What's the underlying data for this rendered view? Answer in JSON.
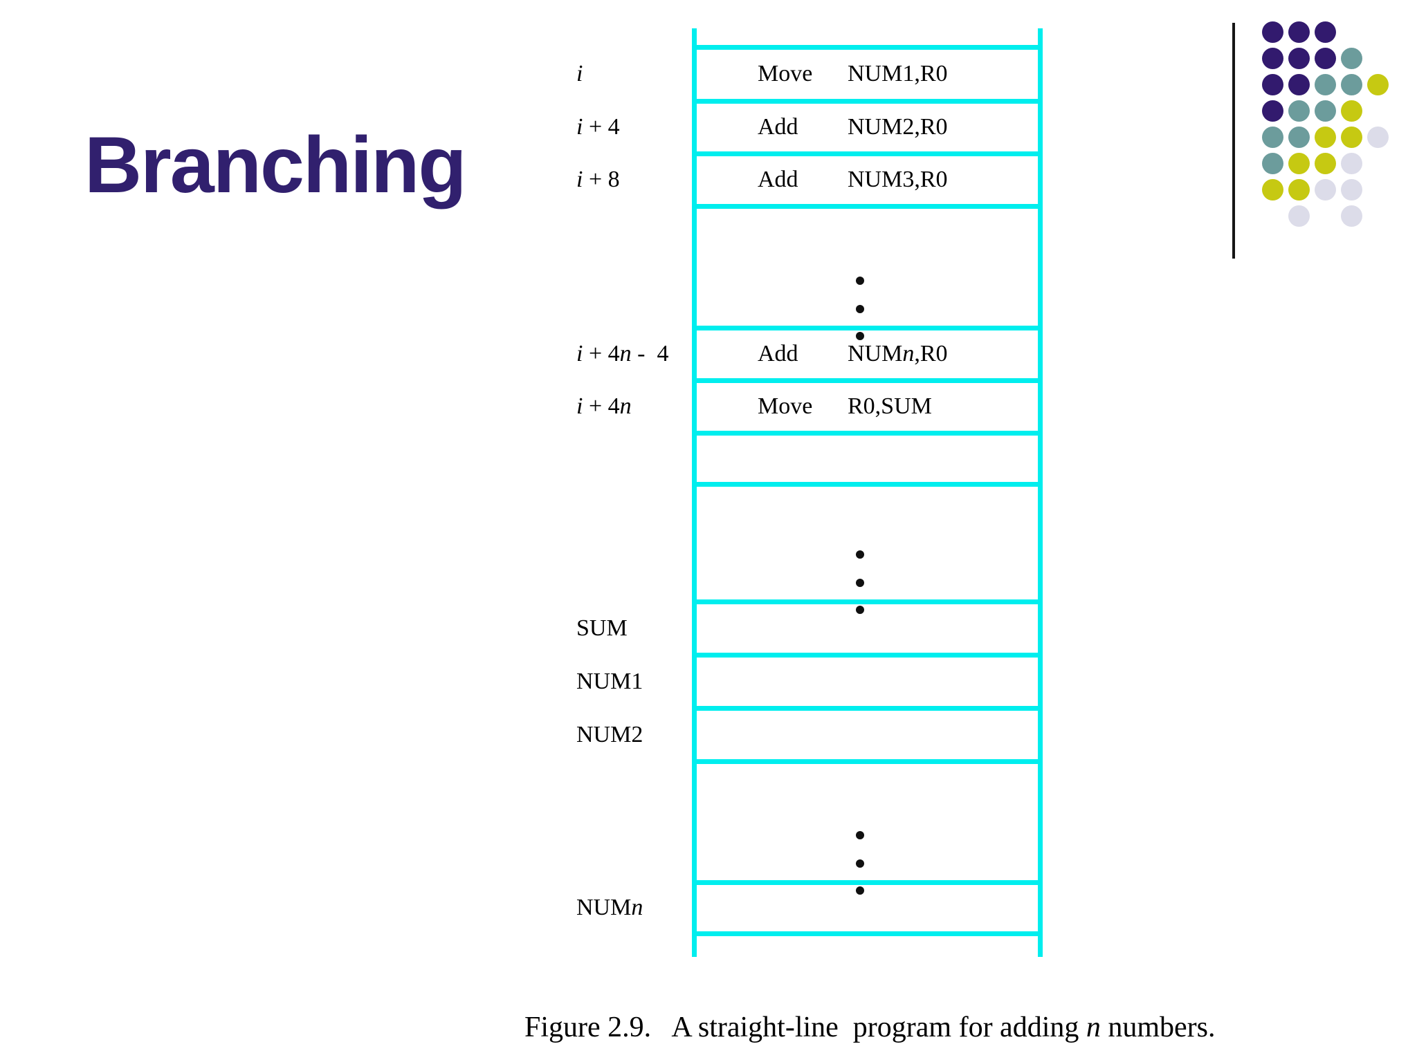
{
  "theme": {
    "background": "#FFFFFF",
    "text-color": "#000000",
    "title-color": "#31206E",
    "diagram-line-color": "#00EEEE"
  },
  "slide": {
    "title": "Branching"
  },
  "diagram": {
    "line_color": "#00EEEE",
    "address_labels": [
      {
        "parts": [
          {
            "t": "i",
            "i": true
          }
        ]
      },
      {
        "parts": [
          {
            "t": "i",
            "i": true
          },
          {
            "t": " + 4"
          }
        ]
      },
      {
        "parts": [
          {
            "t": "i",
            "i": true
          },
          {
            "t": " + 8"
          }
        ]
      },
      {
        "parts": [
          {
            "t": "i",
            "i": true
          },
          {
            "t": " + 4"
          },
          {
            "t": "n",
            "i": true
          },
          {
            "t": " -  4"
          }
        ]
      },
      {
        "parts": [
          {
            "t": "i",
            "i": true
          },
          {
            "t": " + 4"
          },
          {
            "t": "n",
            "i": true
          }
        ]
      },
      {
        "parts": [
          {
            "t": "SUM"
          }
        ]
      },
      {
        "parts": [
          {
            "t": "NUM1"
          }
        ]
      },
      {
        "parts": [
          {
            "t": "NUM2"
          }
        ]
      },
      {
        "parts": [
          {
            "t": "NUM"
          },
          {
            "t": "n",
            "i": true
          }
        ]
      }
    ],
    "instructions": [
      {
        "mnemonic": "Move",
        "operand_parts": [
          {
            "t": "NUM1,R0"
          }
        ]
      },
      {
        "mnemonic": "Add",
        "operand_parts": [
          {
            "t": "NUM2,R0"
          }
        ]
      },
      {
        "mnemonic": "Add",
        "operand_parts": [
          {
            "t": "NUM3,R0"
          }
        ]
      },
      {
        "mnemonic": "Add",
        "operand_parts": [
          {
            "t": "NUM"
          },
          {
            "t": "n",
            "i": true
          },
          {
            "t": ",R0"
          }
        ]
      },
      {
        "mnemonic": "Move",
        "operand_parts": [
          {
            "t": "R0,SUM"
          }
        ]
      }
    ]
  },
  "caption": {
    "parts": [
      {
        "t": "Figure 2.9.   A straight-line  program for adding "
      },
      {
        "t": "n",
        "i": true
      },
      {
        "t": " numbers."
      }
    ]
  },
  "decoration": {
    "colors": {
      "P": "#321A6E",
      "T": "#6C9C9C",
      "Y": "#C6C912",
      "L": "#DCDCE9"
    },
    "pattern": [
      "PPP..",
      "PPPT.",
      "PPTTY",
      "PTTY.",
      "TTYYL",
      "TYYL.",
      "YYLL.",
      ".L.L."
    ],
    "spacing": 38,
    "dot_size": 31
  }
}
